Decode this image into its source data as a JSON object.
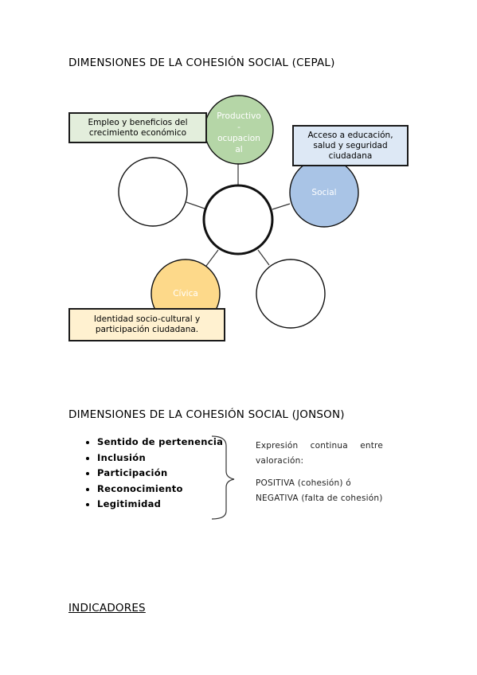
{
  "section1": {
    "title": "DIMENSIONES DE LA COHESIÓN SOCIAL (CEPAL)"
  },
  "diagram": {
    "productivo_label": "Productivo\n-\nocupacion\nal",
    "social_label": "Social",
    "civica_label": "Cívica",
    "colors": {
      "productivo": "#b5d6a7",
      "social": "#a9c4e6",
      "civica": "#fdd98a",
      "outline": "#111111"
    },
    "callout_productivo": "Empleo y beneficios del crecimiento económico",
    "callout_social": "Acceso a educación, salud y seguridad ciudadana",
    "callout_civica": "Identidad socio-cultural y participación ciudadana.",
    "callout_colors": {
      "productivo": "#e3eedc",
      "social": "#dde8f5",
      "civica": "#fff1d0"
    }
  },
  "section2": {
    "title": "DIMENSIONES DE LA COHESIÓN SOCIAL (JONSON)",
    "items": [
      "Sentido de pertenencia",
      "Inclusión",
      "Participación",
      "Reconocimiento",
      "Legitimidad"
    ],
    "note_line1": "Expresión  continua  entre valoración:",
    "note_line2": "POSITIVA (cohesión) ó NEGATIVA (falta de cohesión)"
  },
  "section3": {
    "title": "INDICADORES"
  }
}
